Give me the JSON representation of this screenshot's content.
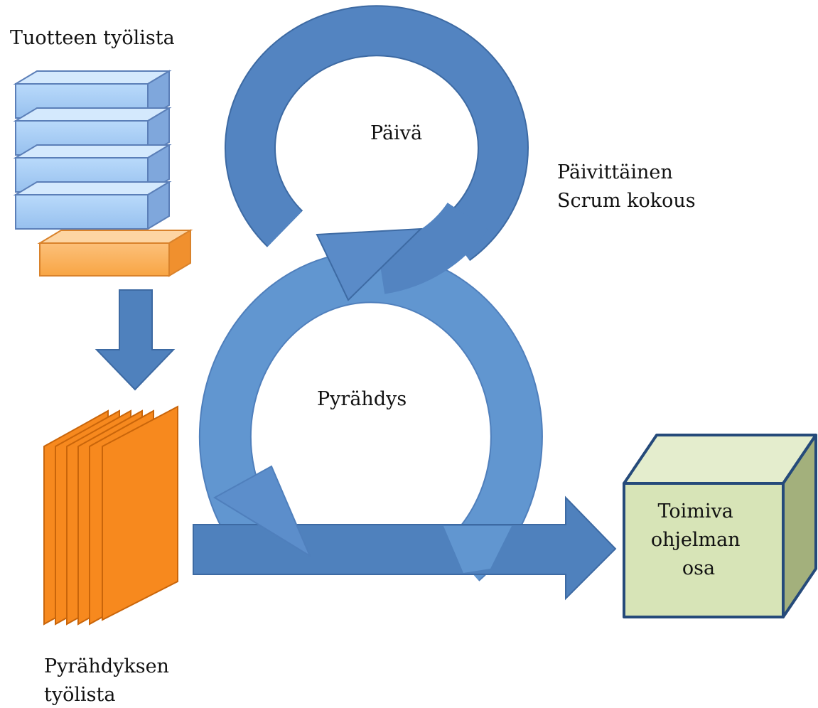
{
  "diagram": {
    "product_backlog_label": "Tuotteen työlista",
    "sprint_backlog_label": [
      "Pyrähdyksen",
      "työlista"
    ],
    "day_label": "Päivä",
    "daily_scrum_label": [
      "Päivittäinen",
      "Scrum kokous"
    ],
    "sprint_label": "Pyrähdys",
    "increment_label": [
      "Toimiva",
      "ohjelman",
      "osa"
    ]
  },
  "colors": {
    "backlog_item_fill": "#a8cdf5",
    "backlog_item_stroke": "#5b7fb8",
    "selected_item_fill": "#fbb363",
    "selected_item_stroke": "#d9822b",
    "sprint_backlog_fill": "#f7891e",
    "arrow_fill": "#4f81bd",
    "arrow_fill_light": "#6094cf",
    "increment_front": "#d7e4b7",
    "increment_top": "#e4edcd",
    "increment_side": "#a3b07c",
    "increment_stroke": "#254a7a"
  }
}
